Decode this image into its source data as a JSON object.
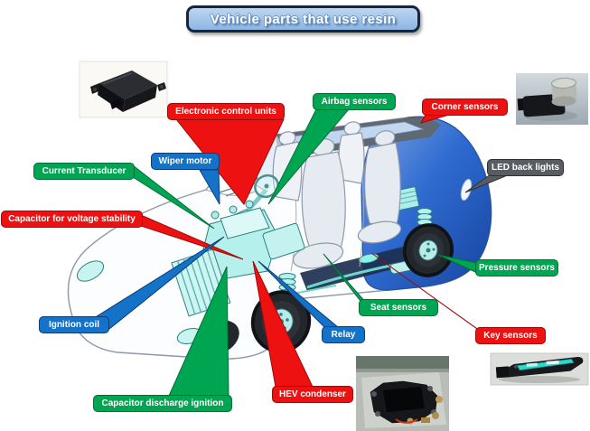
{
  "title": "Vehicle parts that use resin",
  "colors": {
    "label_red": "#ee1111",
    "label_green": "#00a551",
    "label_blue": "#1472c8",
    "label_gray": "#595c60",
    "title_fill": "#9dc3e8",
    "title_border": "#16263f",
    "car_body_blue": "#2f6bd0",
    "car_parts_cyan": "#b5f0ec"
  },
  "callouts": [
    {
      "id": "electronic-control-units",
      "text": "Electronic control units",
      "color": "red"
    },
    {
      "id": "airbag-sensors",
      "text": "Airbag sensors",
      "color": "green"
    },
    {
      "id": "corner-sensors",
      "text": "Corner sensors",
      "color": "red"
    },
    {
      "id": "wiper-motor",
      "text": "Wiper motor",
      "color": "blue"
    },
    {
      "id": "current-transducer",
      "text": "Current Transducer",
      "color": "green"
    },
    {
      "id": "led-back-lights",
      "text": "LED back lights",
      "color": "gray"
    },
    {
      "id": "capacitor-for-voltage-stability",
      "text": "Capacitor for voltage stability",
      "color": "red"
    },
    {
      "id": "pressure-sensors",
      "text": "Pressure sensors",
      "color": "green"
    },
    {
      "id": "ignition-coil",
      "text": "Ignition coil",
      "color": "blue"
    },
    {
      "id": "seat-sensors",
      "text": "Seat sensors",
      "color": "green"
    },
    {
      "id": "key-sensors",
      "text": "Key sensors",
      "color": "red"
    },
    {
      "id": "relay",
      "text": "Relay",
      "color": "blue"
    },
    {
      "id": "capacitor-discharge-ignition",
      "text": "Capacitor discharge ignition",
      "color": "green"
    },
    {
      "id": "hev-condenser",
      "text": "HEV condenser",
      "color": "red"
    }
  ],
  "photos": [
    {
      "name": "ecu-module-photo"
    },
    {
      "name": "corner-sensor-photo"
    },
    {
      "name": "hev-condenser-photo"
    },
    {
      "name": "door-handle-key-sensor-photo"
    }
  ]
}
